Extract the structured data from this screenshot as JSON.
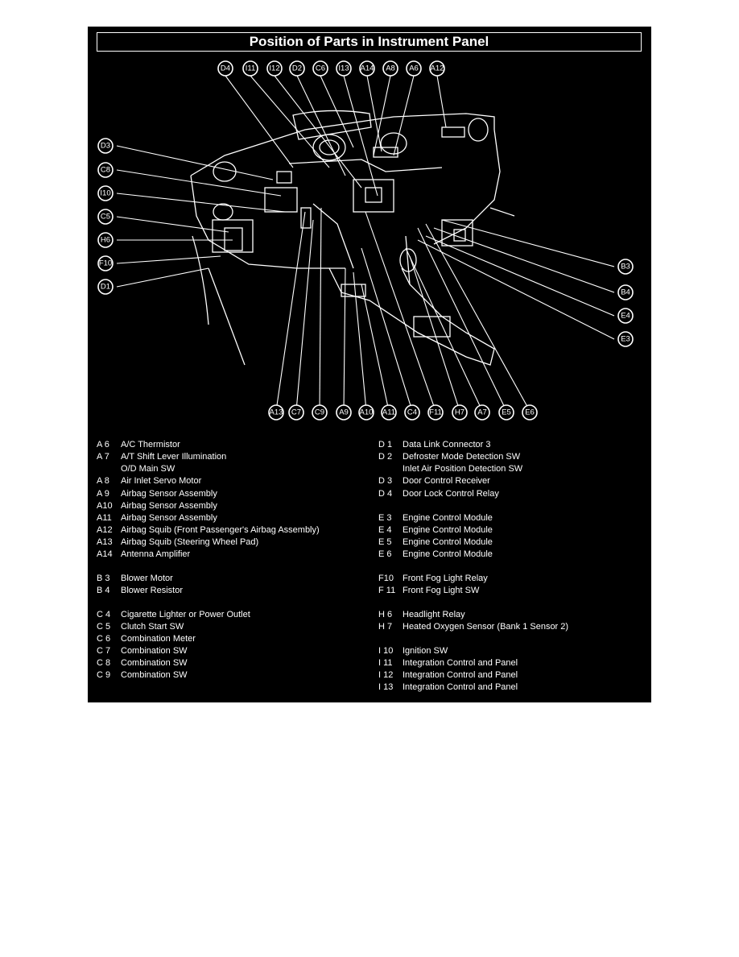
{
  "title": "Position of Parts in Instrument Panel",
  "callouts": {
    "top": [
      "D4",
      "I11",
      "I12",
      "D2",
      "C6",
      "I13",
      "A14",
      "A8",
      "A6",
      "A12"
    ],
    "left": [
      "D3",
      "C8",
      "I10",
      "C5",
      "H6",
      "F10",
      "D1"
    ],
    "right": [
      "B3",
      "B4",
      "E4",
      "E3"
    ],
    "bottom": [
      "A13",
      "C7",
      "C9",
      "A9",
      "A10",
      "A11",
      "C4",
      "F11",
      "H7",
      "A7",
      "E5",
      "E6"
    ]
  },
  "legend_left": [
    {
      "code": "A 6",
      "desc": "A/C Thermistor"
    },
    {
      "code": "A 7",
      "desc": "A/T Shift Lever Illumination"
    },
    {
      "code": "",
      "desc": "O/D Main SW"
    },
    {
      "code": "A 8",
      "desc": "Air Inlet Servo Motor"
    },
    {
      "code": "A 9",
      "desc": "Airbag Sensor Assembly"
    },
    {
      "code": "A10",
      "desc": "Airbag Sensor Assembly"
    },
    {
      "code": "A11",
      "desc": "Airbag Sensor Assembly"
    },
    {
      "code": "A12",
      "desc": "Airbag Squib (Front Passenger's Airbag Assembly)"
    },
    {
      "code": "A13",
      "desc": "Airbag Squib (Steering Wheel Pad)"
    },
    {
      "code": "A14",
      "desc": "Antenna Amplifier"
    },
    {
      "code": "B 3",
      "desc": "Blower Motor"
    },
    {
      "code": "B 4",
      "desc": "Blower Resistor"
    },
    {
      "code": "C 4",
      "desc": "Cigarette Lighter or Power Outlet"
    },
    {
      "code": "C 5",
      "desc": "Clutch Start SW"
    },
    {
      "code": "C 6",
      "desc": "Combination Meter"
    },
    {
      "code": "C 7",
      "desc": "Combination SW"
    },
    {
      "code": "C 8",
      "desc": "Combination SW"
    },
    {
      "code": "C 9",
      "desc": "Combination SW"
    }
  ],
  "legend_right": [
    {
      "code": "D 1",
      "desc": "Data Link Connector 3"
    },
    {
      "code": "D 2",
      "desc": "Defroster Mode Detection SW"
    },
    {
      "code": "",
      "desc": "Inlet Air Position Detection SW"
    },
    {
      "code": "D 3",
      "desc": "Door Control Receiver"
    },
    {
      "code": "D 4",
      "desc": "Door Lock Control Relay"
    },
    {
      "code": "E 3",
      "desc": "Engine Control Module"
    },
    {
      "code": "E 4",
      "desc": "Engine Control Module"
    },
    {
      "code": "E 5",
      "desc": "Engine Control Module"
    },
    {
      "code": "E 6",
      "desc": "Engine Control Module"
    },
    {
      "code": "F10",
      "desc": "Front Fog Light Relay"
    },
    {
      "code": "F 11",
      "desc": "Front Fog Light SW"
    },
    {
      "code": "H 6",
      "desc": "Headlight Relay"
    },
    {
      "code": "H 7",
      "desc": "Heated Oxygen Sensor (Bank 1 Sensor 2)"
    },
    {
      "code": "I 10",
      "desc": "Ignition SW"
    },
    {
      "code": "I 11",
      "desc": "Integration Control and Panel"
    },
    {
      "code": "I 12",
      "desc": "Integration Control and Panel"
    },
    {
      "code": "I 13",
      "desc": "Integration Control and Panel"
    }
  ]
}
